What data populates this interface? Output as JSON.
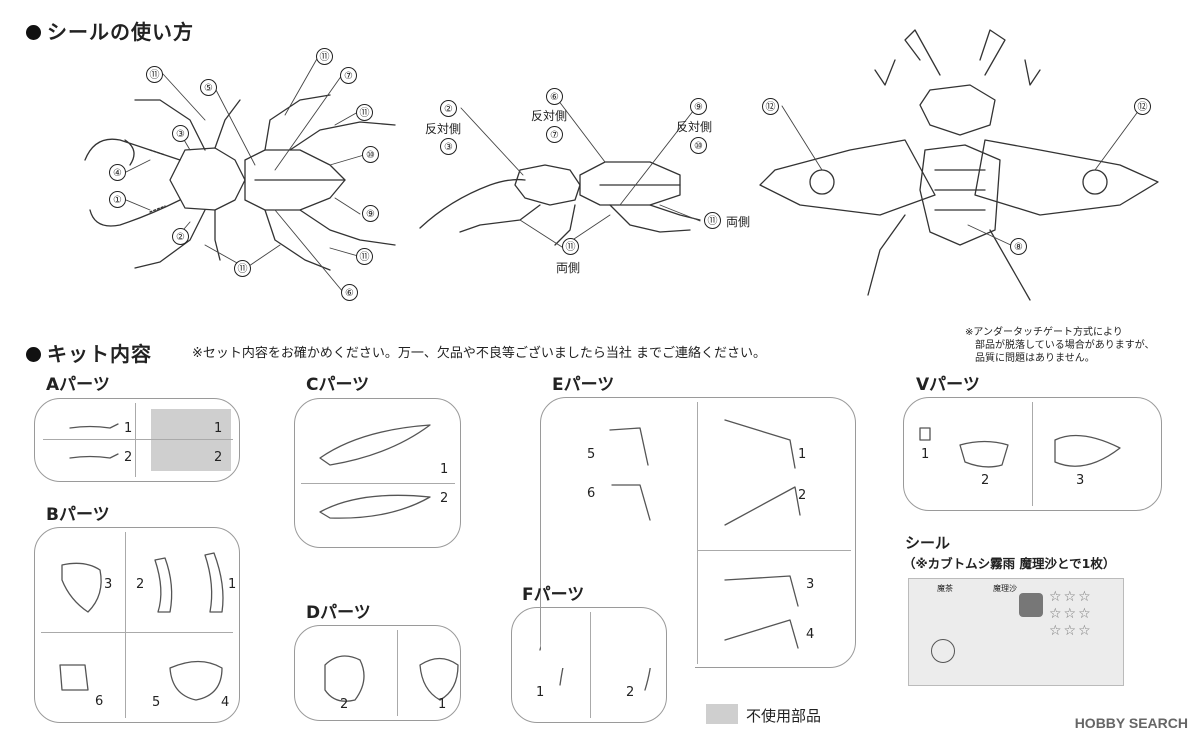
{
  "sticker_usage": {
    "heading": "シールの使い方",
    "top_view": {
      "callouts": [
        "⑪",
        "⑤",
        "③",
        "④",
        "①",
        "②",
        "⑪",
        "⑪",
        "⑦",
        "⑪",
        "⑩",
        "⑨",
        "⑪",
        "⑥"
      ]
    },
    "side_view": {
      "callouts": [
        "②",
        "⑥",
        "⑨",
        "⑪",
        "⑪"
      ],
      "notes": [
        "反対側",
        "③",
        "反対側",
        "⑦",
        "反対側",
        "⑩",
        "両側",
        "両側"
      ]
    },
    "flying_view": {
      "callouts": [
        "⑫",
        "⑫",
        "⑧"
      ]
    }
  },
  "kit_contents": {
    "heading": "キット内容",
    "notice": "※セット内容をお確かめください。万一、欠品や不良等ございましたら当社 までご連絡ください。",
    "gate_note": [
      "※アンダータッチゲート方式により",
      "部品が脱落している場合がありますが、",
      "品質に問題はありません。"
    ],
    "parts": [
      {
        "label": "Aパーツ",
        "numbers": [
          "1",
          "2",
          "1",
          "2"
        ]
      },
      {
        "label": "Bパーツ",
        "numbers": [
          "3",
          "2",
          "1",
          "6",
          "5",
          "4"
        ]
      },
      {
        "label": "Cパーツ",
        "numbers": [
          "1",
          "2"
        ]
      },
      {
        "label": "Dパーツ",
        "numbers": [
          "2",
          "1"
        ]
      },
      {
        "label": "Eパーツ",
        "numbers": [
          "5",
          "6",
          "1",
          "2",
          "3",
          "4"
        ]
      },
      {
        "label": "Fパーツ",
        "numbers": [
          "1",
          "2"
        ]
      },
      {
        "label": "Vパーツ",
        "numbers": [
          "1",
          "2",
          "3"
        ]
      }
    ],
    "sticker_sheet": {
      "title": "シール",
      "subtitle": "（※カブトムシ霧雨 魔理沙とで1枚）",
      "sheet_text": [
        "魔茶",
        "魔理沙"
      ]
    },
    "legend": {
      "unused_label": "不使用部品",
      "unused_color": "#cfcfcf"
    }
  },
  "watermark": "HOBBY SEARCH"
}
